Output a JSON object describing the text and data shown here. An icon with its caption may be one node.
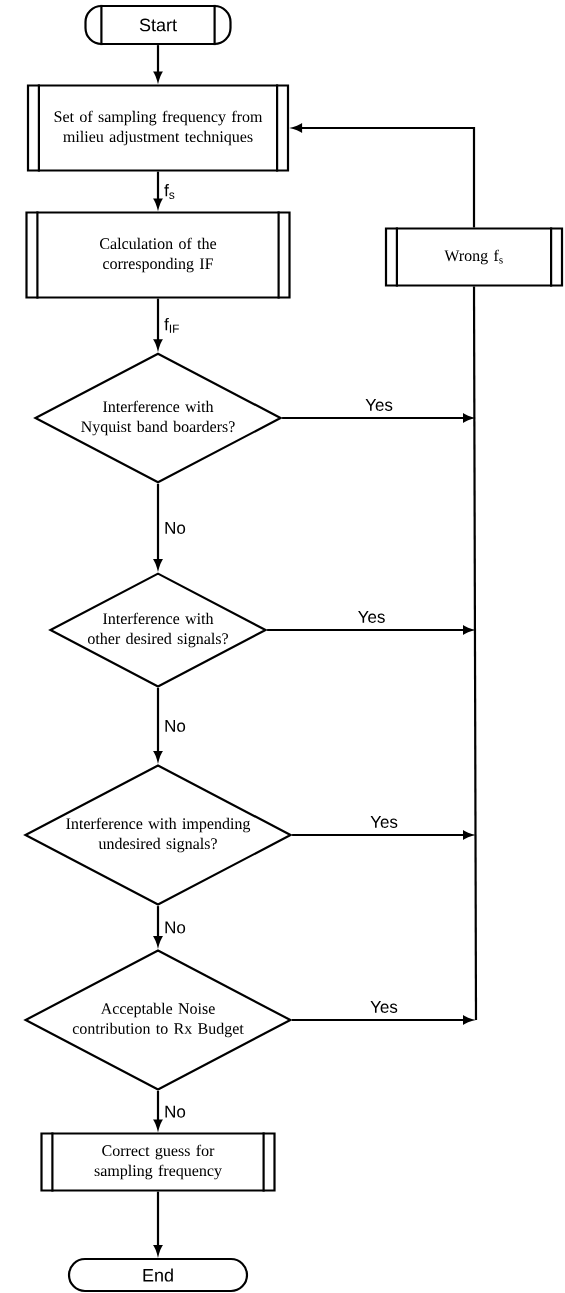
{
  "diagram": {
    "nodes": [
      {
        "text": [
          "Start"
        ]
      },
      {
        "text": [
          "Set of sampling frequency from milieu adjustment techniques"
        ]
      },
      {
        "text": [
          "Calculation of the corresponding IF"
        ]
      },
      {
        "text": [
          "Wrong f$_{s}$"
        ]
      },
      {
        "text": [
          "Interference with Nyquist band boarders?"
        ]
      },
      {
        "text": [
          "Interference with other desired signals?"
        ]
      },
      {
        "text": [
          "Interference with impending undesired signals?"
        ]
      },
      {
        "text": [
          "Acceptable Noise contribution to Rx Budget"
        ]
      },
      {
        "text": [
          "Correct guess for sampling frequency"
        ]
      },
      {
        "text": [
          "End"
        ]
      }
    ],
    "edges": [
      {
        "from": 0,
        "to": 1,
        "arrow": "to"
      },
      {
        "from": 1,
        "to": 2,
        "arrow": "to",
        "label": "f$_{s}$"
      },
      {
        "from": 2,
        "to": 4,
        "arrow": "to",
        "label": "f$_{IF}$"
      },
      {
        "from": 4,
        "to": 5,
        "arrow": "to",
        "label": "No"
      },
      {
        "from": 5,
        "to": 6,
        "arrow": "to",
        "label": "No"
      },
      {
        "from": 6,
        "to": 7,
        "arrow": "to",
        "label": "No"
      },
      {
        "from": 7,
        "to": 8,
        "arrow": "to",
        "label": "No"
      },
      {
        "from": 8,
        "to": 9,
        "arrow": "to"
      },
      {
        "from": 4,
        "to": null,
        "arrow": "to",
        "label": "Yes"
      },
      {
        "from": 5,
        "to": null,
        "arrow": "to",
        "label": "Yes"
      },
      {
        "from": 6,
        "to": null,
        "arrow": "to",
        "label": "Yes"
      },
      {
        "from": 7,
        "to": null,
        "arrow": "to",
        "label": "Yes"
      },
      {
        "from": null,
        "to": 3,
        "arrow": "none"
      },
      {
        "from": 3,
        "to": 1,
        "arrow": "to"
      }
    ]
  }
}
